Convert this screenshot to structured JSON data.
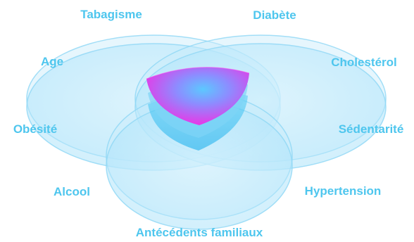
{
  "diagram": {
    "labels": {
      "tabagisme": "Tabagisme",
      "diabete": "Diabète",
      "age": "Age",
      "cholesterol": "Cholestérol",
      "obesite": "Obésité",
      "sedentarite": "Sédentarité",
      "alcool": "Alcool",
      "hypertension": "Hypertension",
      "antecedents": "Antécédents familiaux"
    },
    "colors": {
      "label": "#4ec6ee",
      "circle_fill": "#bfe9fb",
      "circle_edge": "#7fd2f4",
      "intersection_top": "#ee2ee6",
      "intersection_center": "#6fa6ff",
      "intersection_shadow": "#3fc4f2"
    }
  }
}
